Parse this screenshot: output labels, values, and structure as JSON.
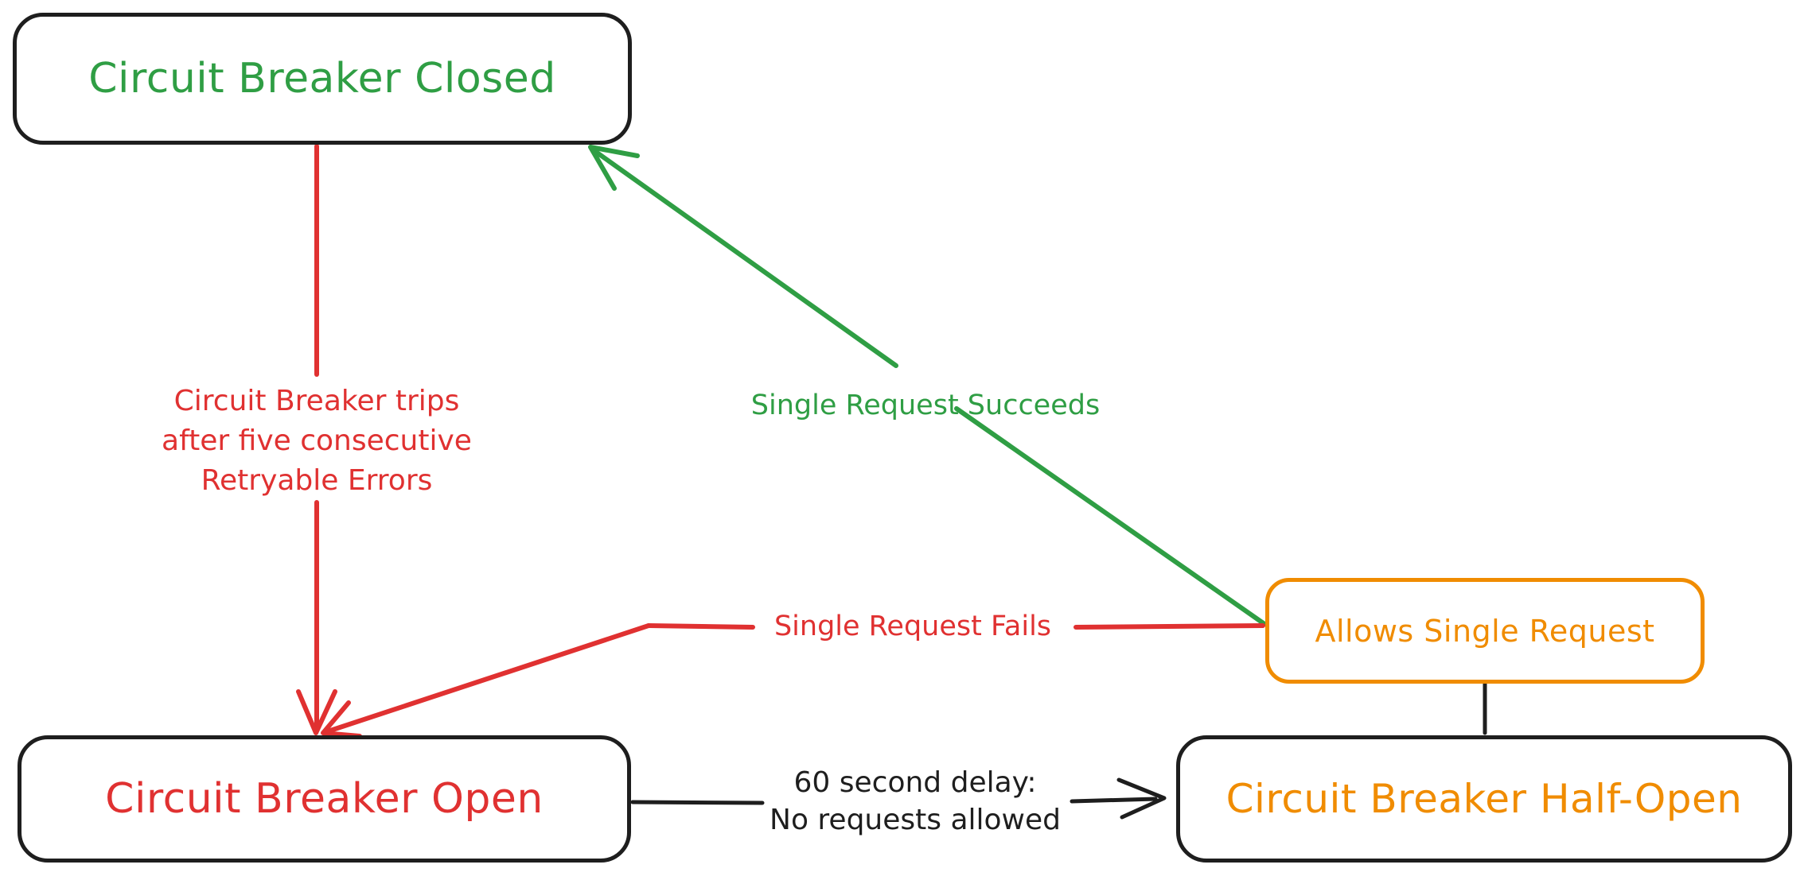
{
  "diagram": {
    "type": "state-diagram",
    "subject": "Circuit Breaker pattern states",
    "colors": {
      "green": "#2f9e44",
      "red": "#e03131",
      "orange": "#f08c00",
      "ink": "#1e1e1e",
      "background": "#ffffff"
    },
    "nodes": {
      "closed": {
        "label": "Circuit Breaker Closed",
        "text_color": "#2f9e44",
        "border_color": "#1e1e1e"
      },
      "open": {
        "label": "Circuit Breaker Open",
        "text_color": "#e03131",
        "border_color": "#1e1e1e"
      },
      "half_open": {
        "label": "Circuit Breaker Half-Open",
        "text_color": "#f08c00",
        "border_color": "#1e1e1e"
      },
      "allows": {
        "label": "Allows Single Request",
        "text_color": "#f08c00",
        "border_color": "#f08c00"
      }
    },
    "edges": [
      {
        "id": "trip",
        "from": "closed",
        "to": "open",
        "color": "#e03131",
        "style": "arrow",
        "lines": [
          "Circuit Breaker trips",
          "after five consecutive",
          "Retryable Errors"
        ]
      },
      {
        "id": "succeeds",
        "from": "allows",
        "to": "closed",
        "color": "#2f9e44",
        "style": "arrow",
        "lines": [
          "Single Request Succeeds"
        ]
      },
      {
        "id": "fails",
        "from": "allows",
        "to": "open",
        "color": "#e03131",
        "style": "arrow",
        "lines": [
          "Single Request Fails"
        ]
      },
      {
        "id": "delay",
        "from": "open",
        "to": "half_open",
        "color": "#1e1e1e",
        "style": "arrow",
        "lines": [
          "60 second delay:",
          "No requests allowed"
        ]
      },
      {
        "id": "probe-link",
        "from": "half_open",
        "to": "allows",
        "color": "#1e1e1e",
        "style": "line",
        "lines": []
      }
    ]
  }
}
